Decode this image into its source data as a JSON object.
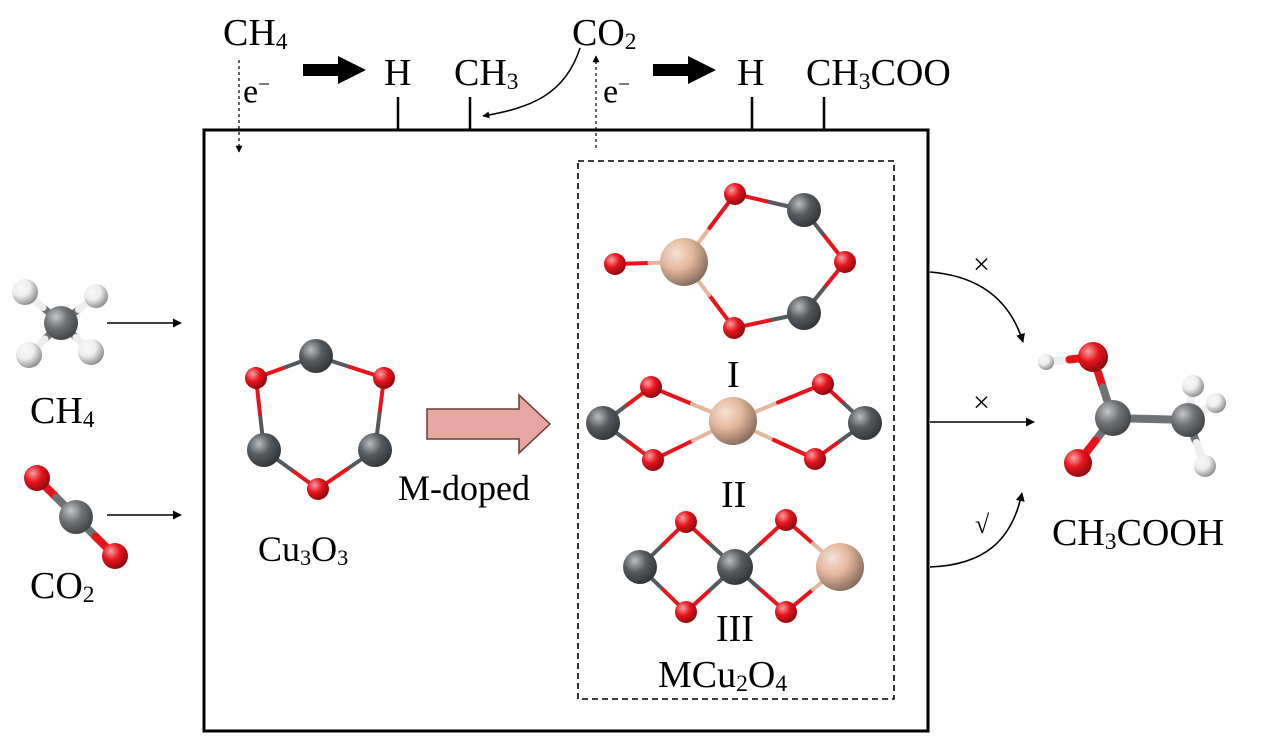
{
  "labels": {
    "ch4_top": {
      "main": "CH",
      "sub": "4"
    },
    "e_left": {
      "main": "e",
      "sup": "−"
    },
    "h_left": {
      "main": "H"
    },
    "ch3_top": {
      "main": "CH",
      "sub": "3"
    },
    "co2_top": {
      "main": "CO",
      "sub": "2"
    },
    "e_right": {
      "main": "e",
      "sup": "−"
    },
    "h_right": {
      "main": "H"
    },
    "ch3coo_top": {
      "main": "CH",
      "sub": "3",
      "rest": "COO"
    },
    "ch4_left": {
      "main": "CH",
      "sub": "4"
    },
    "co2_left": {
      "main": "CO",
      "sub": "2"
    },
    "cu3o3": {
      "main": "Cu",
      "sub": "3",
      "mid": "O",
      "sub2": "3"
    },
    "m_doped": "M-doped",
    "roman_1": "I",
    "roman_2": "II",
    "roman_3": "III",
    "mcu2o4": {
      "main": "MCu",
      "sub": "2",
      "mid": "O",
      "sub2": "4"
    },
    "ch3cooh": {
      "main": "CH",
      "sub": "3",
      "rest": "COOH"
    },
    "mark_top": "×",
    "mark_mid": "×",
    "mark_bottom": "√"
  },
  "atom_colors": {
    "oxygen": "#e8141c",
    "copper": "#555a5e",
    "dopant": "#e3b79c",
    "hydrogen": "#eeeeee",
    "carbon": "#6f7275"
  },
  "arrow_fill": "#e7a7a1"
}
